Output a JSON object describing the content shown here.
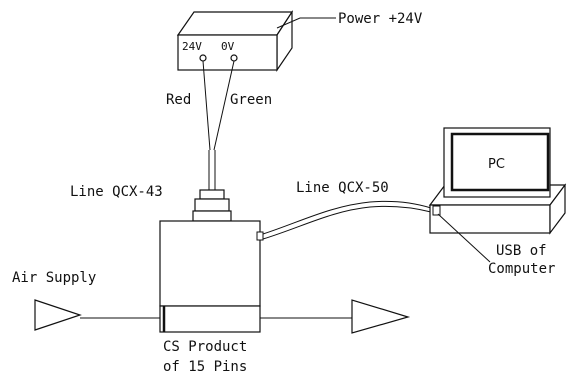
{
  "diagram": {
    "power_supply": {
      "label": "Power +24V",
      "terminal_left": "24V",
      "terminal_right": "0V"
    },
    "wires": {
      "red_label": "Red",
      "green_label": "Green"
    },
    "cables": {
      "line_43": "Line QCX-43",
      "line_50": "Line QCX-50"
    },
    "computer": {
      "screen_label": "PC",
      "usb_label_line1": "USB of",
      "usb_label_line2": "Computer"
    },
    "air": {
      "supply_label": "Air Supply"
    },
    "product": {
      "label_line1": "CS Product",
      "label_line2": "of 15 Pins"
    }
  }
}
